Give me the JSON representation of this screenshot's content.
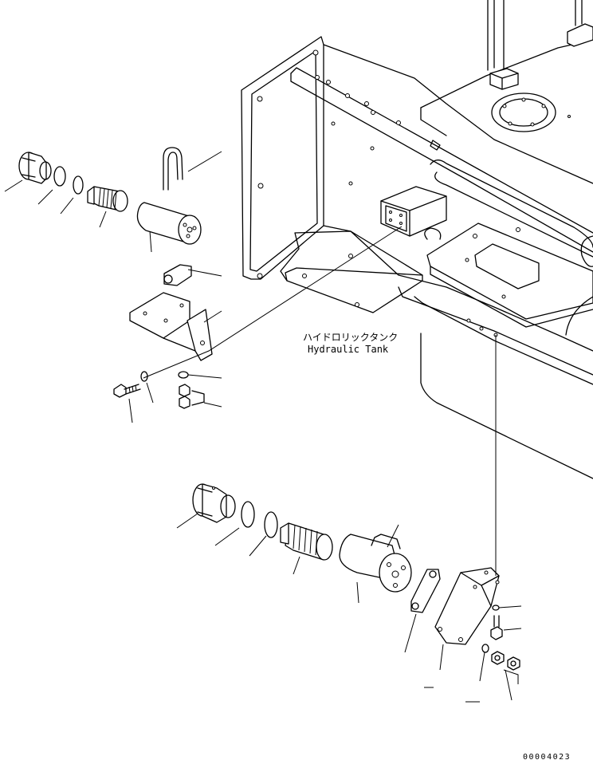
{
  "labels": {
    "tank_jp": "ハイドロリックタンク",
    "tank_en": "Hydraulic Tank"
  },
  "drawing_code": "00004023"
}
